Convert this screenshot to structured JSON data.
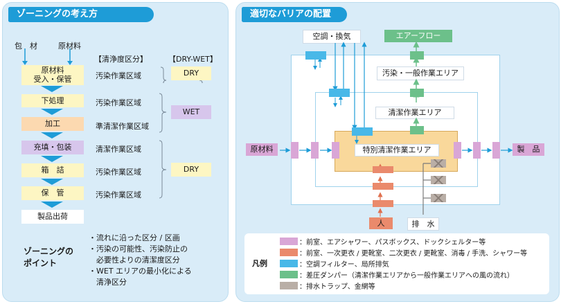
{
  "zoning": {
    "title": "ゾーニングの考え方",
    "inputs": [
      "包",
      "材",
      "原材料"
    ],
    "col_cleanliness": "【清浄度区分】",
    "col_drywet": "【DRY-WET】",
    "steps": [
      {
        "label": "原材料\n受入・保管",
        "zone": "汚染作業区域"
      },
      {
        "label": "下処理",
        "zone": "汚染作業区域"
      },
      {
        "label": "加工",
        "zone": "準清潔作業区域"
      },
      {
        "label": "充填・包装",
        "zone": "清潔作業区域"
      },
      {
        "label": "箱　詰",
        "zone": "汚染作業区域"
      },
      {
        "label": "保　管",
        "zone": "汚染作業区域"
      }
    ],
    "output": "製品出荷",
    "drywet": [
      "DRY",
      "WET",
      "DRY"
    ],
    "points_title": "ゾーニングの\nポイント",
    "points": [
      "・流れに沿った区分 / 区画",
      "・汚染の可能性、汚染防止の",
      "　必要性よりの清潔度区分",
      "・WET エリアの最小化による",
      "　清浄区分"
    ],
    "colors": {
      "yellow": "#fdf6c3",
      "orange": "#fcd9b0",
      "purple": "#d7c6ec",
      "arrow": "#1e9cd7"
    }
  },
  "barrier": {
    "title": "適切なバリアの配置",
    "air_label": "空調・換気",
    "airflow_label": "エアーフロー",
    "zone_general": "汚染・一般作業エリア",
    "zone_clean": "清潔作業エリア",
    "zone_special": "特別清潔作業エリア",
    "raw_label": "原材料",
    "product_label": "製　品",
    "person_label": "人",
    "drain_label": "排　水",
    "legend_title": "凡例",
    "legend": [
      {
        "color": "#d9a6d6",
        "text": "：前室、エアシャワー、パスボックス、ドックシェルター等"
      },
      {
        "color": "#ea8a6c",
        "text": "：前室、一次更衣 / 更靴室、二次更衣 / 更靴室、消毒 / 手洗、シャワー等"
      },
      {
        "color": "#48b8e8",
        "text": "：空調フィルター、局所排気"
      },
      {
        "color": "#6cc08a",
        "text": "：差圧ダンパー（清潔作業エリアから一般作業エリアへの風の流れ）"
      },
      {
        "color": "#b9aea6",
        "text": "：排水トラップ、金網等"
      }
    ]
  }
}
